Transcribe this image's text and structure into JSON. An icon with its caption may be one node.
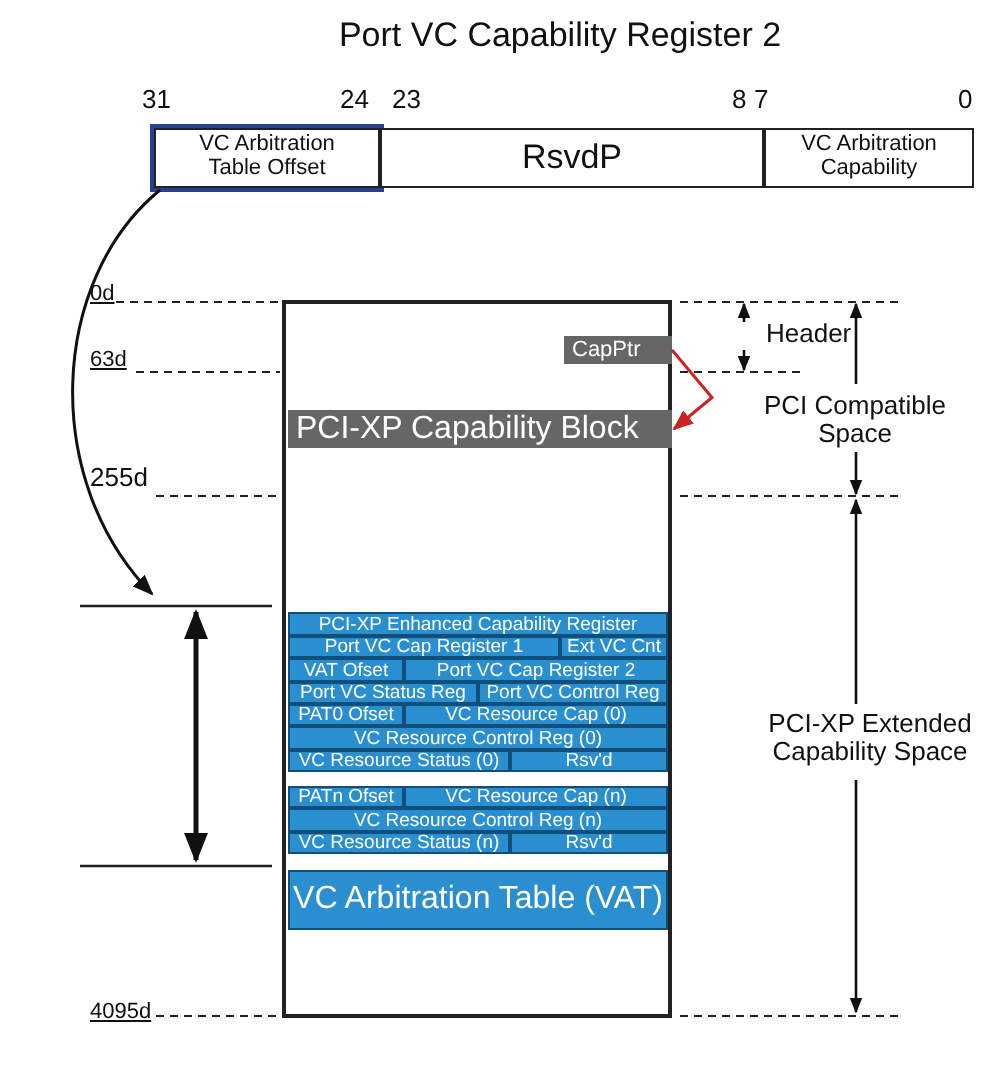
{
  "diagram": {
    "title": "Port VC Capability Register 2",
    "nodes": [
      {
        "text": [
          "VC Arbitration Table Offset"
        ]
      },
      {
        "text": [
          "RsvdP"
        ]
      },
      {
        "text": [
          "VC Arbitration Capability"
        ]
      },
      {
        "text": [],
        "shape": "box"
      },
      {
        "text": [
          "CapPtr"
        ],
        "in": 3
      },
      {
        "text": [
          "PCI-XP Capability Block"
        ],
        "in": 3
      },
      {
        "text": [
          "PCI-XP Enhanced Capability Register"
        ],
        "in": 3
      },
      {
        "text": [
          "Port VC Cap Register 1"
        ],
        "in": 3
      },
      {
        "text": [
          "Ext VC Cnt"
        ],
        "in": 3
      },
      {
        "text": [
          "VAT Ofset"
        ],
        "in": 3
      },
      {
        "text": [
          "Port VC Cap Register 2"
        ],
        "in": 3
      },
      {
        "text": [
          "Port VC Status Reg"
        ],
        "in": 3
      },
      {
        "text": [
          "Port VC Control Reg"
        ],
        "in": 3
      },
      {
        "text": [
          "PAT0 Ofset"
        ],
        "in": 3
      },
      {
        "text": [
          "VC Resource Cap (0)"
        ],
        "in": 3
      },
      {
        "text": [
          "VC Resource Control Reg (0)"
        ],
        "in": 3
      },
      {
        "text": [
          "VC Resource Status (0)"
        ],
        "in": 3
      },
      {
        "text": [
          "Rsv'd"
        ],
        "in": 3
      },
      {
        "text": [
          "PATn Ofset"
        ],
        "in": 3
      },
      {
        "text": [
          "VC Resource Cap (n)"
        ],
        "in": 3
      },
      {
        "text": [
          "VC Resource Control Reg (n)"
        ],
        "in": 3
      },
      {
        "text": [
          "VC Resource Status (n)"
        ],
        "in": 3
      },
      {
        "text": [
          "Rsv'd"
        ],
        "in": 3
      },
      {
        "text": [
          "VC Arbitration Table (VAT)"
        ],
        "in": 3
      }
    ],
    "edges": [
      {
        "from": 0,
        "to": null,
        "arrow": "to"
      },
      {
        "from": 4,
        "to": 5,
        "arrow": "to",
        "color": "#cc2222"
      }
    ],
    "labels": [
      "31",
      "24",
      "23",
      "8",
      "7",
      "0",
      "0d",
      "63d",
      "255d",
      "4095d",
      "Header",
      "PCI Compatible Space",
      "PCI-XP Extended Capability Space"
    ]
  }
}
